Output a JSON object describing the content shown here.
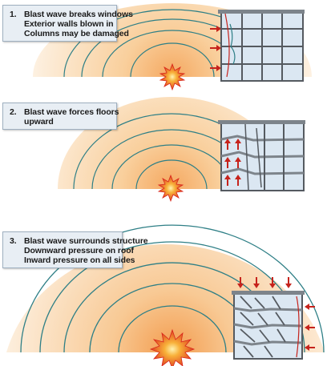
{
  "colors": {
    "blast_fill_outer": "#fdf1e2",
    "blast_fill_inner": "#f7c089",
    "wave_line": "#2e7f86",
    "building_frame": "#555a60",
    "building_floor": "#9aa0a6",
    "window_glass": "#dbe7f2",
    "arrow": "#c6231c",
    "burst_outer": "#f29a2e",
    "burst_inner": "#d8261c",
    "label_bg": "#e8eef4",
    "label_border": "#9fb0c0"
  },
  "panels": [
    {
      "number": "1.",
      "lines": [
        "Blast wave breaks windows",
        "Exterior walls blown in",
        "Columns may be damaged"
      ]
    },
    {
      "number": "2.",
      "lines": [
        "Blast wave forces floors",
        "upward"
      ]
    },
    {
      "number": "3.",
      "lines": [
        "Blast wave surrounds structure",
        "Downward pressure on roof",
        "Inward pressure on all sides"
      ]
    }
  ]
}
